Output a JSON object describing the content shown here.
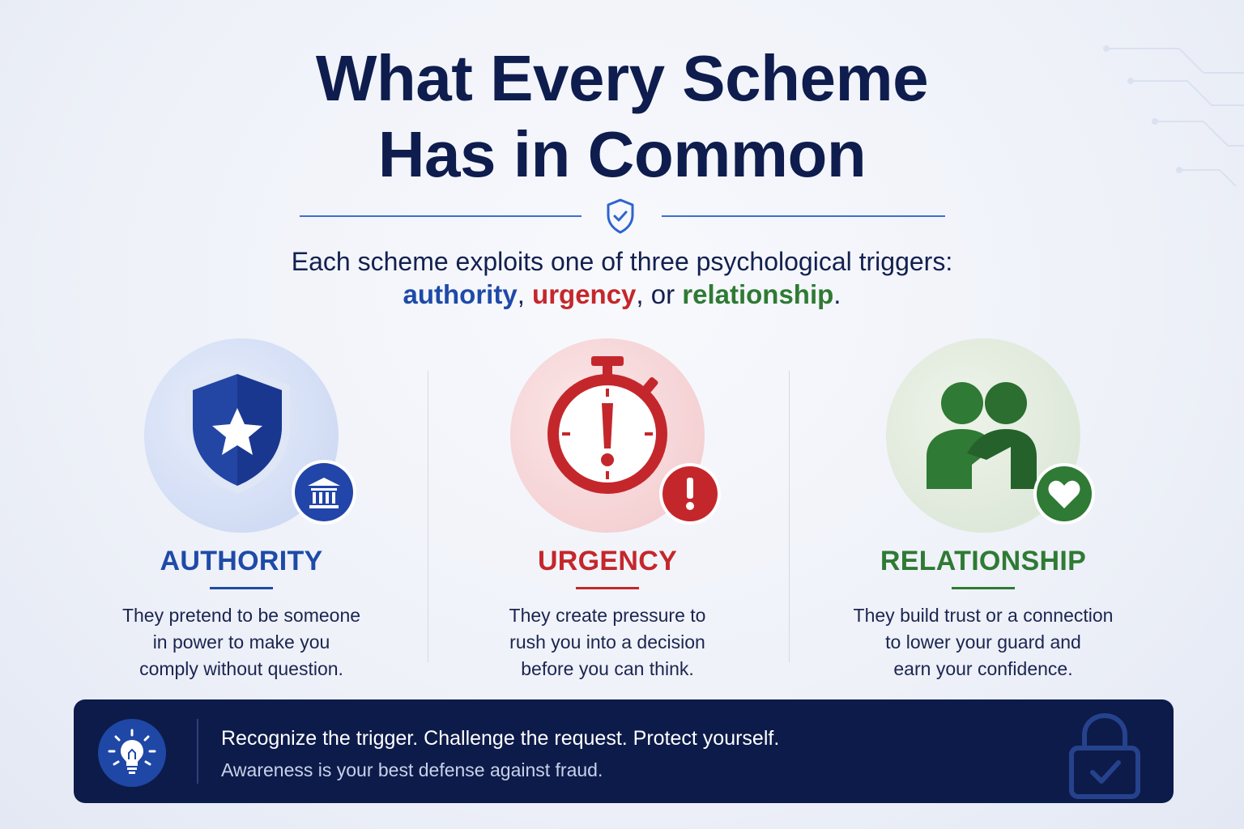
{
  "title": {
    "line1": "What Every Scheme",
    "line2": "Has in Common"
  },
  "subtitle": {
    "intro": "Each scheme exploits one of three psychological triggers:",
    "kw1": "authority",
    "sep1": ", ",
    "kw2": "urgency",
    "sep2": ", or ",
    "kw3": "relationship",
    "end": "."
  },
  "colors": {
    "navy": "#0e1d4e",
    "blue": "#1e4aa8",
    "red": "#c4272b",
    "green": "#2f7a34"
  },
  "cards": [
    {
      "title": "AUTHORITY",
      "desc_lines": [
        "They pretend to be someone",
        "in power to make you",
        "comply without question."
      ],
      "icon": "shield-star-icon",
      "badge": "bank-icon"
    },
    {
      "title": "URGENCY",
      "desc_lines": [
        "They create pressure to",
        "rush you into a decision",
        "before you can think."
      ],
      "icon": "stopwatch-alert-icon",
      "badge": "exclamation-icon"
    },
    {
      "title": "RELATIONSHIP",
      "desc_lines": [
        "They build trust or a connection",
        "to lower your guard and",
        "earn your confidence."
      ],
      "icon": "people-embrace-icon",
      "badge": "heart-icon"
    }
  ],
  "banner": {
    "main": "Recognize the trigger. Challenge the request. Protect yourself.",
    "sub": "Awareness is your best defense against fraud.",
    "icon": "lightbulb-icon",
    "decor_icon": "lock-check-icon"
  }
}
